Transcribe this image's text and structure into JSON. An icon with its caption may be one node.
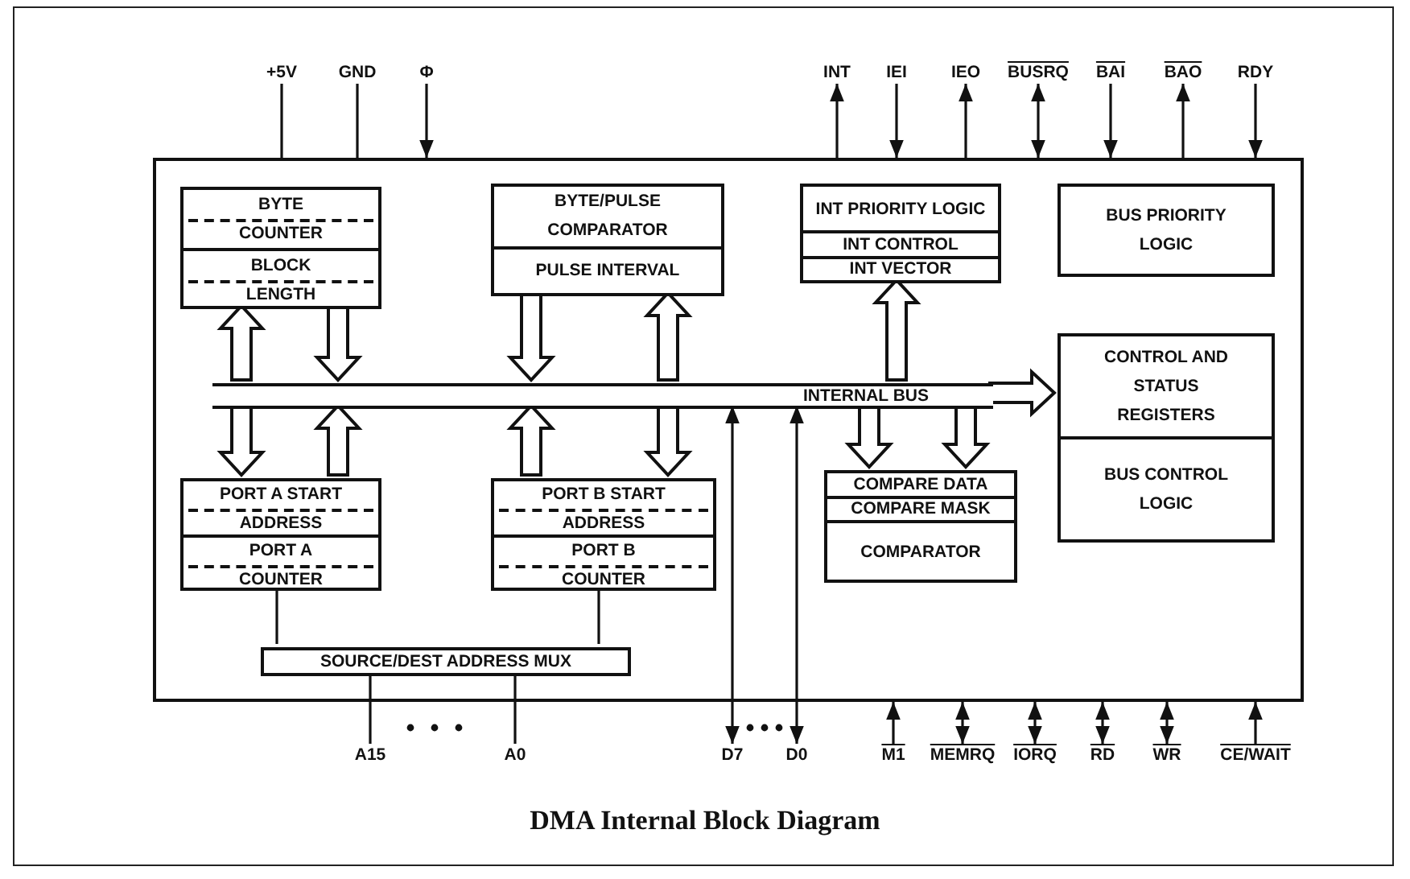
{
  "diagram": {
    "caption": "DMA Internal Block Diagram",
    "nodes": [
      {
        "text": [
          "+5V"
        ]
      },
      {
        "text": [
          "GND"
        ]
      },
      {
        "text": [
          "Φ"
        ]
      },
      {
        "text": [
          "INT"
        ]
      },
      {
        "text": [
          "IEI"
        ]
      },
      {
        "text": [
          "IEO"
        ]
      },
      {
        "text": [
          "BUSRQ"
        ]
      },
      {
        "text": [
          "BAI"
        ]
      },
      {
        "text": [
          "BAO"
        ]
      },
      {
        "text": [
          "RDY"
        ]
      },
      {
        "text": [],
        "shape": "box"
      },
      {
        "text": [
          "BYTE COUNTER",
          "BLOCK LENGTH"
        ],
        "in": 10
      },
      {
        "text": [
          "BYTE/PULSE COMPARATOR",
          "PULSE INTERVAL"
        ],
        "in": 10
      },
      {
        "text": [
          "INT PRIORITY LOGIC",
          "INT CONTROL",
          "INT VECTOR"
        ],
        "in": 10
      },
      {
        "text": [
          "BUS PRIORITY LOGIC"
        ],
        "in": 10
      },
      {
        "text": [
          "CONTROL AND STATUS REGISTERS",
          "BUS CONTROL LOGIC"
        ],
        "in": 10
      },
      {
        "text": [
          "INTERNAL BUS"
        ],
        "in": 10
      },
      {
        "text": [
          "PORT A START ADDRESS",
          "PORT A COUNTER"
        ],
        "in": 10
      },
      {
        "text": [
          "PORT B START ADDRESS",
          "PORT B COUNTER"
        ],
        "in": 10
      },
      {
        "text": [
          "COMPARE DATA",
          "COMPARE MASK",
          "COMPARATOR"
        ],
        "in": 10
      },
      {
        "text": [
          "SOURCE/DEST ADDRESS MUX"
        ],
        "in": 10
      },
      {
        "text": [
          "A15"
        ]
      },
      {
        "text": [
          "A0"
        ]
      },
      {
        "text": [
          "D7"
        ]
      },
      {
        "text": [
          "D0"
        ]
      },
      {
        "text": [
          "M1"
        ]
      },
      {
        "text": [
          "MEMRQ"
        ]
      },
      {
        "text": [
          "IORQ"
        ]
      },
      {
        "text": [
          "RD"
        ]
      },
      {
        "text": [
          "WR"
        ]
      },
      {
        "text": [
          "CE/WAIT"
        ]
      }
    ],
    "edges": [
      {
        "from": 0,
        "to": 10,
        "arrow": "none"
      },
      {
        "from": 1,
        "to": 10,
        "arrow": "none"
      },
      {
        "from": 2,
        "to": 10,
        "arrow": "to"
      },
      {
        "from": 10,
        "to": 3,
        "arrow": "to"
      },
      {
        "from": 4,
        "to": 10,
        "arrow": "to"
      },
      {
        "from": 10,
        "to": 5,
        "arrow": "to"
      },
      {
        "from": 6,
        "to": 10,
        "arrow": "both"
      },
      {
        "from": 7,
        "to": 10,
        "arrow": "to"
      },
      {
        "from": 10,
        "to": 8,
        "arrow": "to"
      },
      {
        "from": 9,
        "to": 10,
        "arrow": "to"
      },
      {
        "from": 16,
        "to": 11,
        "arrow": "to",
        "style": "thick"
      },
      {
        "from": 11,
        "to": 16,
        "arrow": "to",
        "style": "thick"
      },
      {
        "from": 12,
        "to": 16,
        "arrow": "to",
        "style": "thick"
      },
      {
        "from": 16,
        "to": 12,
        "arrow": "to",
        "style": "thick"
      },
      {
        "from": 16,
        "to": 13,
        "arrow": "to",
        "style": "thick"
      },
      {
        "from": 16,
        "to": 15,
        "arrow": "to",
        "style": "thick"
      },
      {
        "from": 16,
        "to": 17,
        "arrow": "to",
        "style": "thick"
      },
      {
        "from": 17,
        "to": 16,
        "arrow": "to",
        "style": "thick"
      },
      {
        "from": 18,
        "to": 16,
        "arrow": "to",
        "style": "thick"
      },
      {
        "from": 16,
        "to": 18,
        "arrow": "to",
        "style": "thick"
      },
      {
        "from": 16,
        "to": 19,
        "arrow": "to",
        "style": "thick"
      },
      {
        "from": 16,
        "to": 19,
        "arrow": "to",
        "style": "thick"
      },
      {
        "from": 17,
        "to": 20,
        "arrow": "none"
      },
      {
        "from": 18,
        "to": 20,
        "arrow": "none"
      },
      {
        "from": 20,
        "to": 21,
        "arrow": "none"
      },
      {
        "from": 20,
        "to": 22,
        "arrow": "none"
      },
      {
        "from": 16,
        "to": 23,
        "arrow": "both"
      },
      {
        "from": 16,
        "to": 24,
        "arrow": "both"
      },
      {
        "from": 25,
        "to": 10,
        "arrow": "to"
      },
      {
        "from": 26,
        "to": 10,
        "arrow": "both"
      },
      {
        "from": 27,
        "to": 10,
        "arrow": "both"
      },
      {
        "from": 28,
        "to": 10,
        "arrow": "both"
      },
      {
        "from": 29,
        "to": 10,
        "arrow": "both"
      },
      {
        "from": 30,
        "to": 10,
        "arrow": "to"
      }
    ]
  }
}
